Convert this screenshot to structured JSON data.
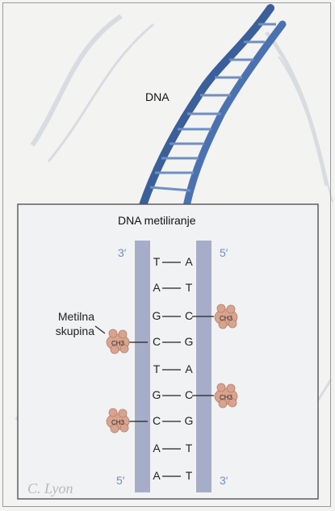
{
  "titles": {
    "dna": "DNA",
    "methylation": "DNA metiliranje"
  },
  "ends": {
    "top_left": "3′",
    "top_right": "5′",
    "bottom_left": "5′",
    "bottom_right": "3′"
  },
  "base_pairs": [
    {
      "left": "T",
      "right": "A"
    },
    {
      "left": "A",
      "right": "T"
    },
    {
      "left": "G",
      "right": "C"
    },
    {
      "left": "C",
      "right": "G"
    },
    {
      "left": "T",
      "right": "A"
    },
    {
      "left": "G",
      "right": "C"
    },
    {
      "left": "C",
      "right": "G"
    },
    {
      "left": "A",
      "right": "T"
    },
    {
      "left": "A",
      "right": "T"
    }
  ],
  "methyl_group": {
    "line1": "Metilna",
    "line2": "skupina",
    "symbol": "CH3"
  },
  "signature": "C. Lyon",
  "colors": {
    "strand": "#8b96ba",
    "methyl": "#d9a48f",
    "ends": "#6f8fbf",
    "background": "#f3f3f2"
  }
}
